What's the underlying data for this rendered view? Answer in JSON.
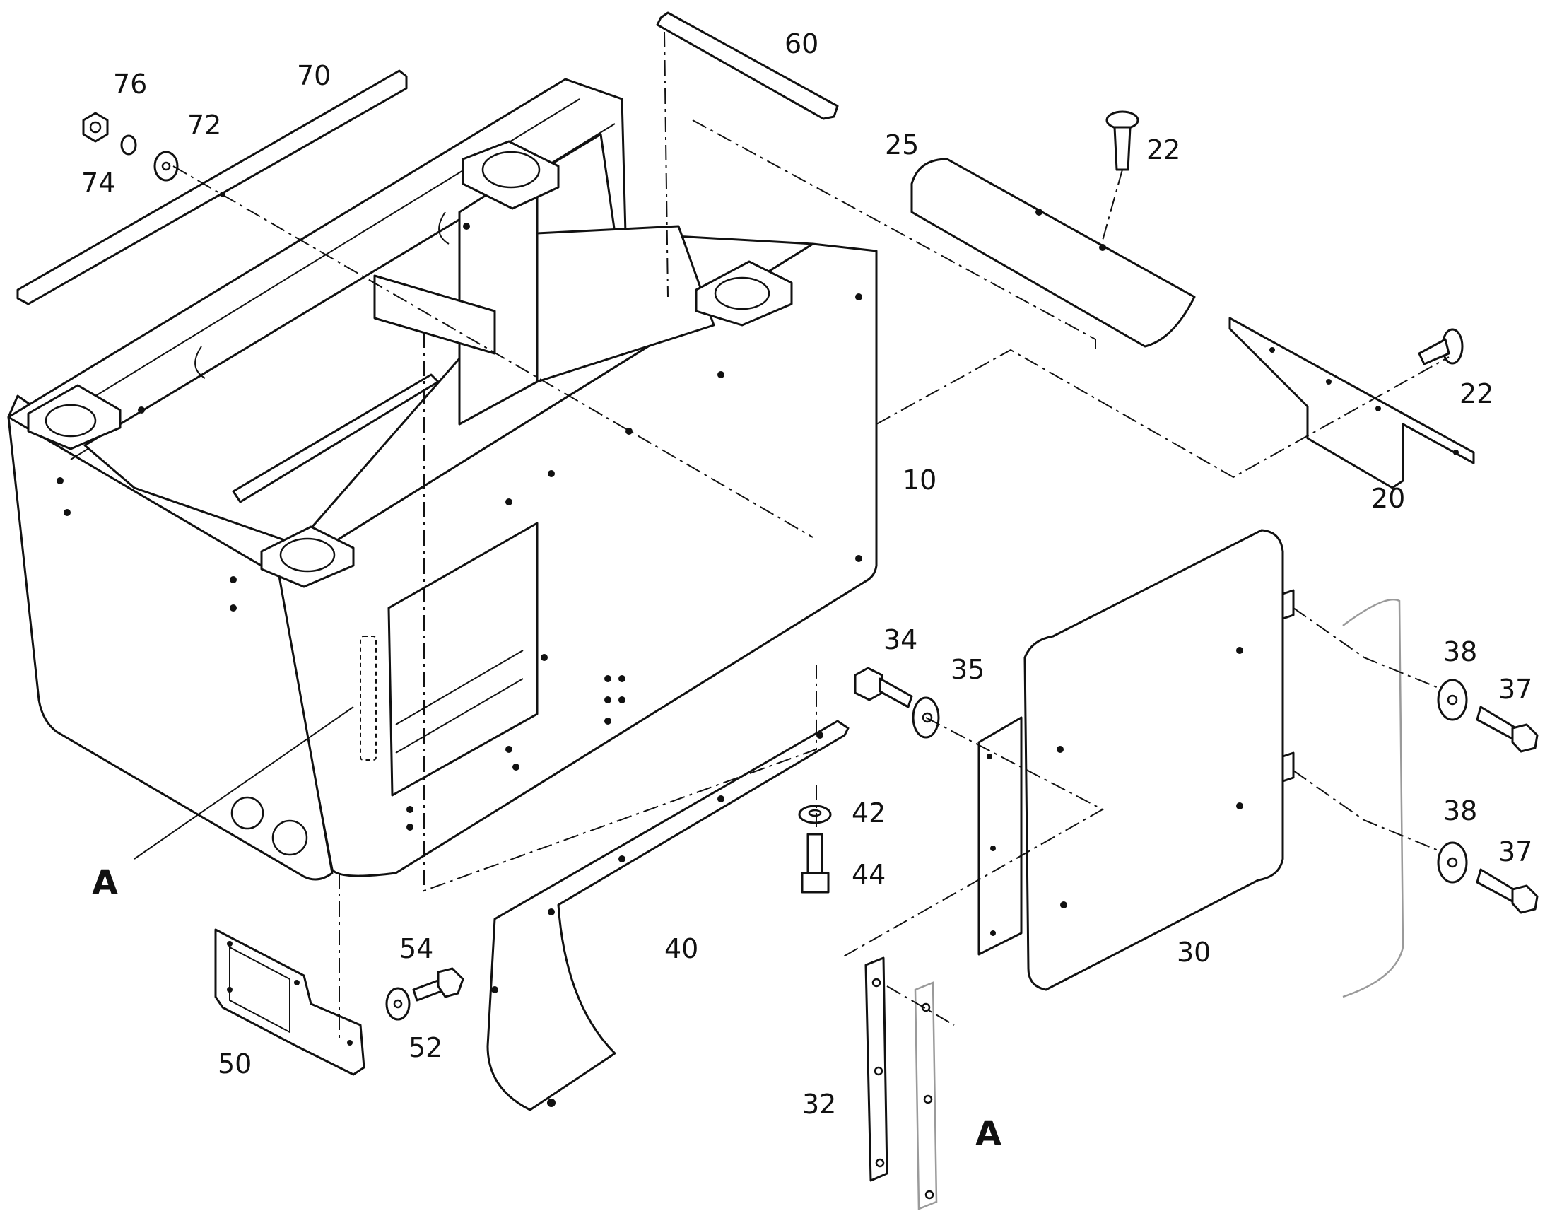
{
  "callouts": {
    "p10": "10",
    "p20": "20",
    "p22a": "22",
    "p22b": "22",
    "p25": "25",
    "p30": "30",
    "p32": "32",
    "p34": "34",
    "p35": "35",
    "p37a": "37",
    "p37b": "37",
    "p38a": "38",
    "p38b": "38",
    "p40": "40",
    "p42": "42",
    "p44": "44",
    "p50": "50",
    "p52": "52",
    "p54": "54",
    "p60": "60",
    "p70": "70",
    "p72": "72",
    "p74": "74",
    "p76": "76"
  },
  "detail_marks": {
    "a_left": "A",
    "a_bottom": "A"
  }
}
